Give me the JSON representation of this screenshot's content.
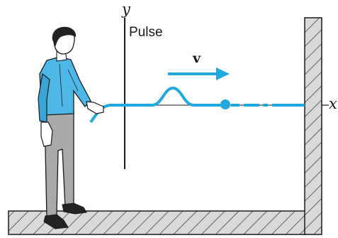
{
  "labels": {
    "y_axis": "y",
    "x_axis": "x",
    "pulse": "Pulse",
    "velocity": "v"
  },
  "colors": {
    "rope": "#1fa9e0",
    "shirt": "#4db8e8",
    "pants": "#a9a9a9",
    "hatch": "#444444",
    "wall_fill": "#d9d9d9",
    "ink": "#1a1a1a"
  }
}
